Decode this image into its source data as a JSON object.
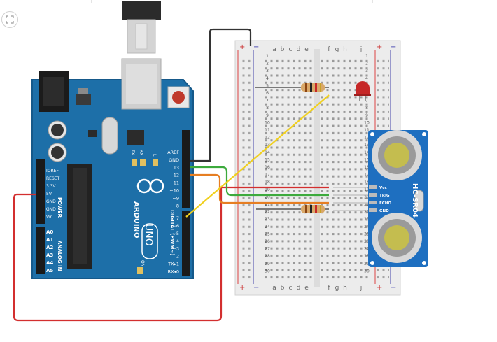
{
  "arduino": {
    "brand": "ARDUINO",
    "model": "UNO",
    "on_label": "ON",
    "power_header_label": "POWER",
    "analog_header_label": "ANALOG IN",
    "digital_header_label": "DIGITAL (PWM~)",
    "tx_label": "TX",
    "rx_label": "RX",
    "l_label": "L",
    "power_pins": [
      "IOREF",
      "RESET",
      "3.3V",
      "5V",
      "GND",
      "GND",
      "Vin"
    ],
    "analog_pins": [
      "A0",
      "A1",
      "A2",
      "A3",
      "A4",
      "A5"
    ],
    "digital_top_pins": [
      "AREF",
      "GND",
      "13",
      "12",
      "~11",
      "~10",
      "~9",
      "8"
    ],
    "digital_bottom_pins": [
      "7",
      "~6",
      "~5",
      "4",
      "~3",
      "2",
      "TX▸1",
      "RX◂0"
    ]
  },
  "breadboard": {
    "column_letters_left": [
      "a",
      "b",
      "c",
      "d",
      "e"
    ],
    "column_letters_right": [
      "f",
      "g",
      "h",
      "i",
      "j"
    ],
    "row_count": 30,
    "rail_plus": "+",
    "rail_minus": "−"
  },
  "sensor": {
    "name": "HC-SR04",
    "pins": [
      "Vcc",
      "TRIG",
      "ECHO",
      "GND"
    ]
  },
  "colors": {
    "board_blue": "#1d6fa8",
    "wire_red": "#d32f2f",
    "wire_black": "#333333",
    "wire_green": "#3caa3c",
    "wire_orange": "#e67e22",
    "wire_yellow": "#f0d020",
    "led_red": "#c62828",
    "sensor_blue": "#1e6fc0"
  }
}
